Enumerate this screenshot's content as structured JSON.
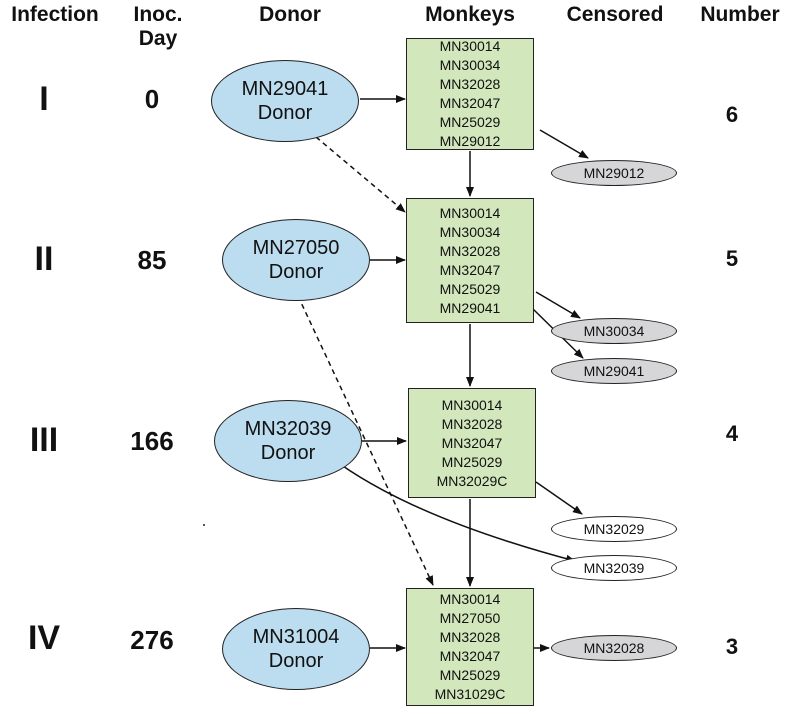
{
  "headers": {
    "infection": "Infection",
    "inoc_day_line1": "Inoc.",
    "inoc_day_line2": "Day",
    "donor": "Donor",
    "monkeys": "Monkeys",
    "censored": "Censored",
    "number": "Number"
  },
  "rows": [
    {
      "infection": "I",
      "day": "0",
      "number": "6",
      "donor_id": "MN29041",
      "donor_label": "Donor",
      "monkeys": [
        "MN30014",
        "MN30034",
        "MN32028",
        "MN32047",
        "MN25029",
        "MN29012"
      ],
      "censored": [
        {
          "id": "MN29012",
          "fill": "#d6d6d8"
        }
      ]
    },
    {
      "infection": "II",
      "day": "85",
      "number": "5",
      "donor_id": "MN27050",
      "donor_label": "Donor",
      "monkeys": [
        "MN30014",
        "MN30034",
        "MN32028",
        "MN32047",
        "MN25029",
        "MN29041"
      ],
      "censored": [
        {
          "id": "MN30034",
          "fill": "#d6d6d8"
        },
        {
          "id": "MN29041",
          "fill": "#d6d6d8"
        }
      ]
    },
    {
      "infection": "III",
      "day": "166",
      "number": "4",
      "donor_id": "MN32039",
      "donor_label": "Donor",
      "monkeys": [
        "MN30014",
        "MN32028",
        "MN32047",
        "MN25029",
        "MN32029C"
      ],
      "censored": [
        {
          "id": "MN32029",
          "fill": "#ffffff"
        },
        {
          "id": "MN32039",
          "fill": "#ffffff"
        }
      ]
    },
    {
      "infection": "IV",
      "day": "276",
      "number": "3",
      "donor_id": "MN31004",
      "donor_label": "Donor",
      "monkeys": [
        "MN30014",
        "MN27050",
        "MN32028",
        "MN32047",
        "MN25029",
        "MN31029C"
      ],
      "censored": [
        {
          "id": "MN32028",
          "fill": "#d6d6d8"
        }
      ]
    }
  ],
  "colors": {
    "donor_fill": "#bcdcef",
    "monkey_box_fill": "#d2e7bc",
    "censored_gray": "#d6d6d8",
    "censored_white": "#ffffff"
  }
}
